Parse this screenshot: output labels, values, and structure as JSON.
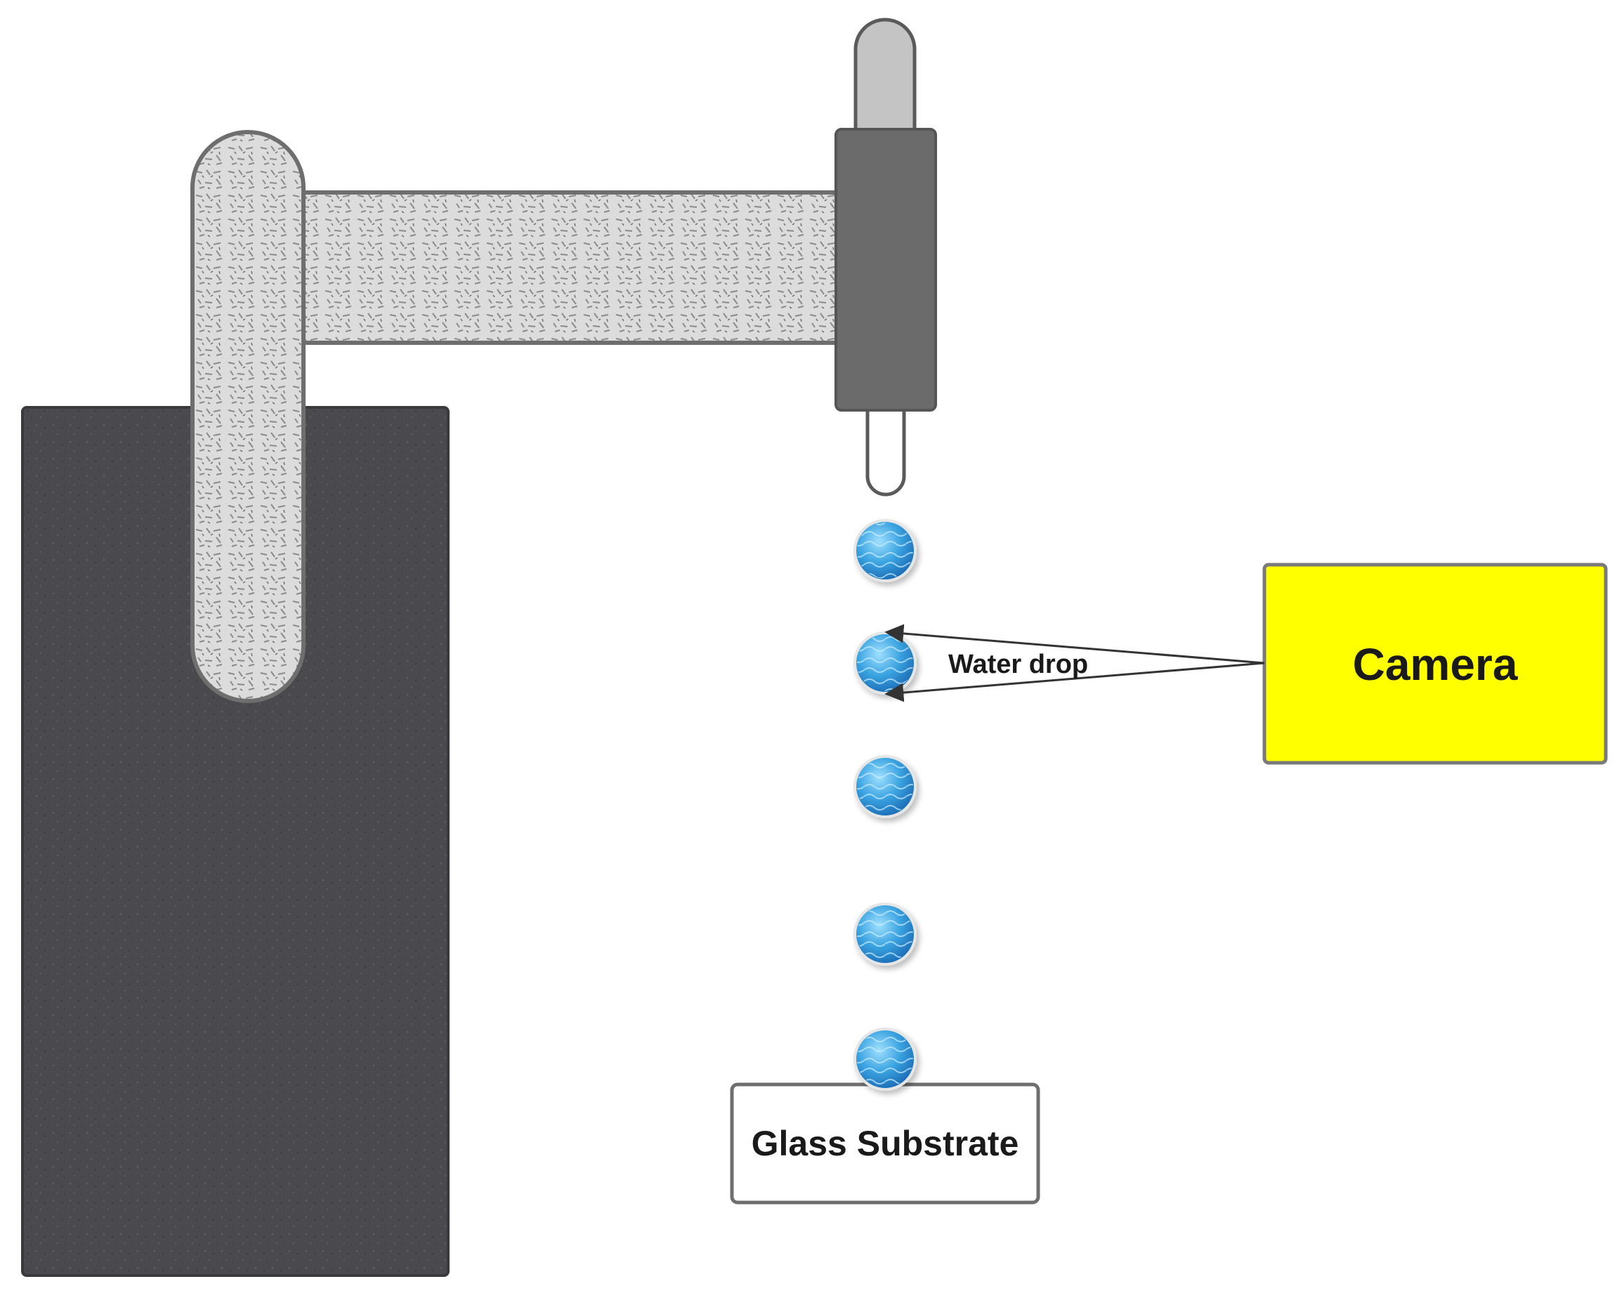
{
  "labels": {
    "camera": "Camera",
    "water_drop": "Water drop",
    "glass_substrate": "Glass Substrate"
  },
  "colors": {
    "stand_base": "#4a4a4e",
    "arm_stone": "#d9d9d9",
    "arm_outline": "#6e6e6e",
    "syringe_body": "#6b6b6b",
    "plunger": "#c4c4c4",
    "needle": "#ffffff",
    "drop": "#3aa3e0",
    "camera_fill": "#ffff00",
    "camera_stroke": "#7a7a7a",
    "substrate_fill": "#ffffff",
    "substrate_stroke": "#6e6e6e",
    "arrow": "#333333"
  },
  "icons": {
    "stand": "stand-base-block",
    "arm_vertical": "vertical-rod",
    "arm_horizontal": "horizontal-arm",
    "syringe": "syringe-icon",
    "drop": "water-drop-icon",
    "camera": "camera-box",
    "substrate": "glass-substrate-block"
  },
  "drops_count": 5
}
